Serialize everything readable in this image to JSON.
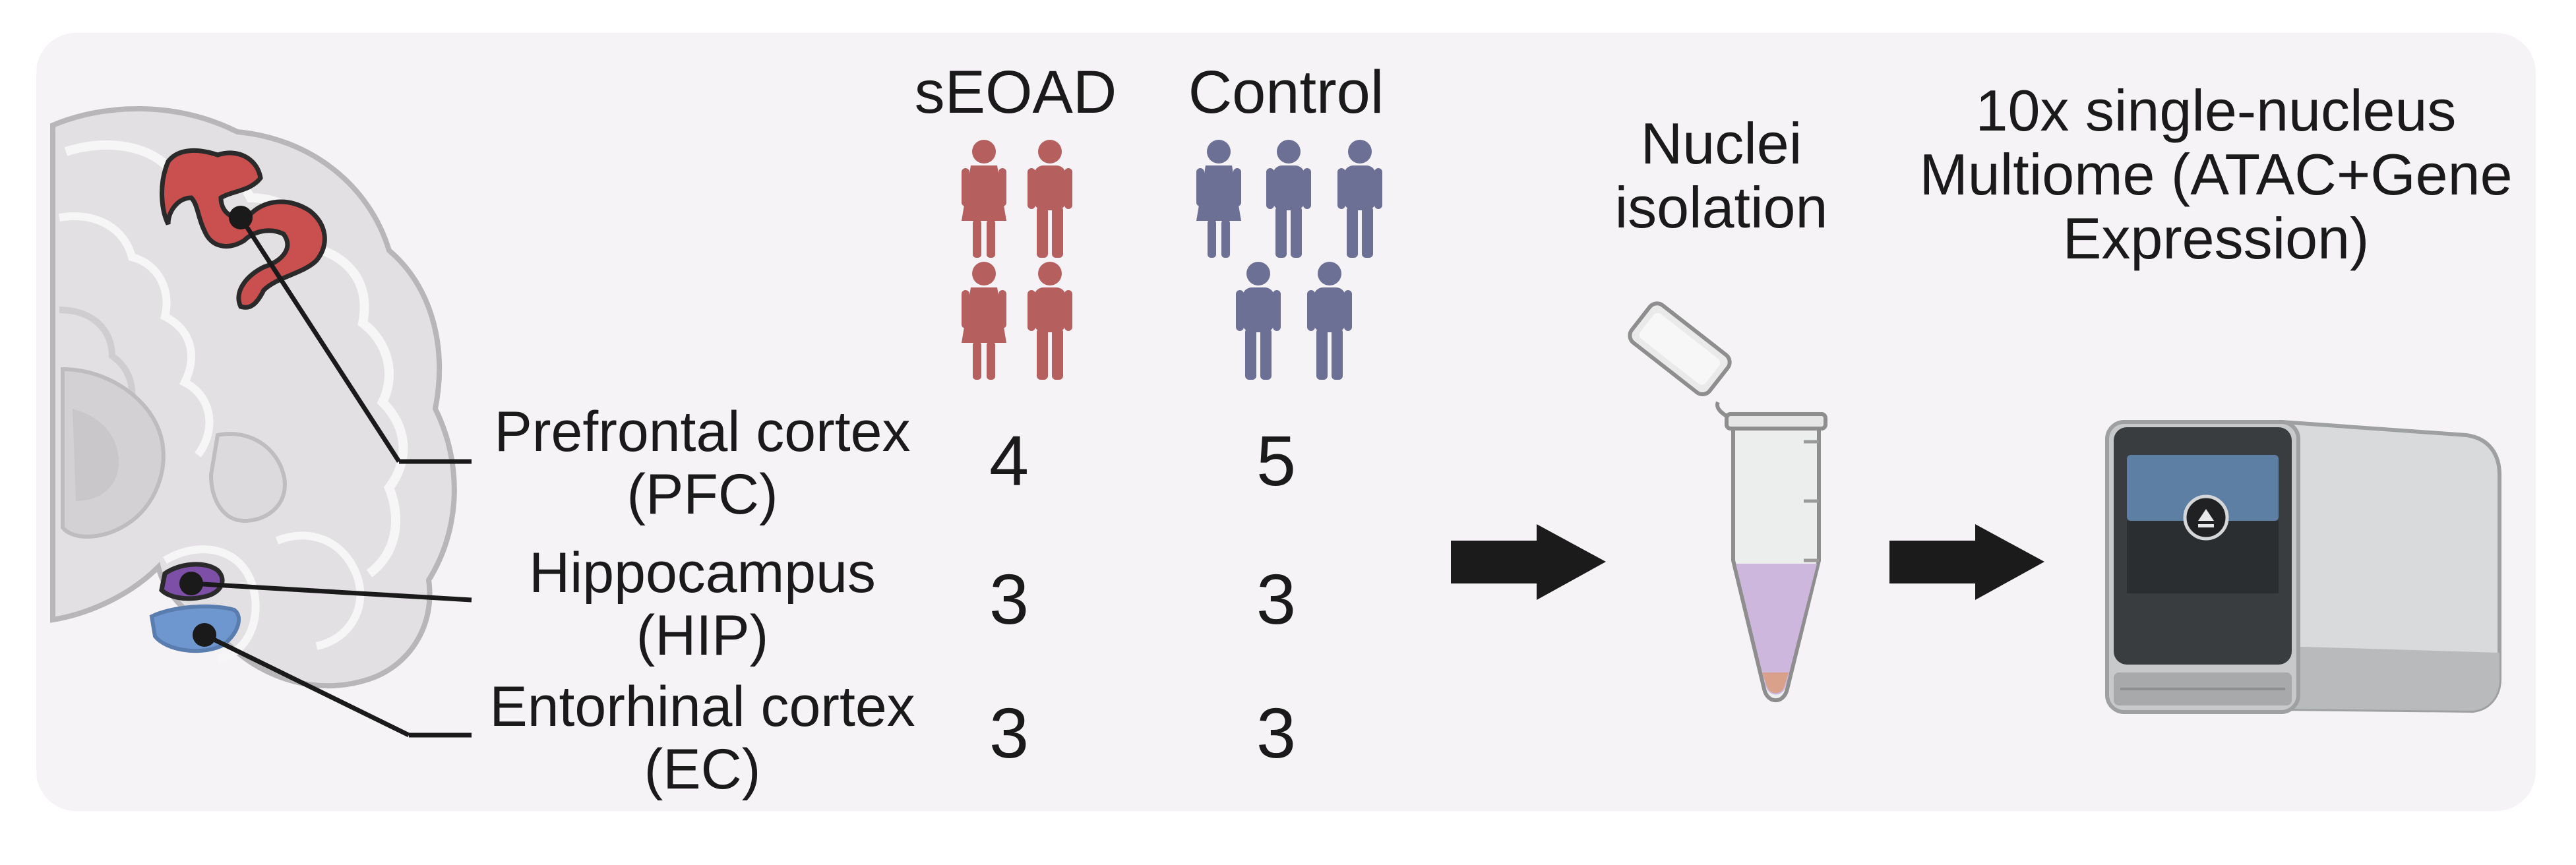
{
  "groups": {
    "seoad": {
      "title": "sEOAD"
    },
    "control": {
      "title": "Control"
    }
  },
  "regions": [
    {
      "name": "Prefrontal cortex",
      "abbr": "(PFC)",
      "seoad": "4",
      "control": "5"
    },
    {
      "name": "Hippocampus",
      "abbr": "(HIP)",
      "seoad": "3",
      "control": "3"
    },
    {
      "name": "Entorhinal cortex",
      "abbr": "(EC)",
      "seoad": "3",
      "control": "3"
    }
  ],
  "steps": {
    "isolation": {
      "line1": "Nuclei",
      "line2": "isolation"
    },
    "multiome": {
      "line1": "10x single-nucleus",
      "line2": "Multiome (ATAC+Gene",
      "line3": "Expression)"
    }
  },
  "colors": {
    "panel": "#f6f3f6",
    "seoad": "#b5605e",
    "control": "#6b7094",
    "pfc": "#c9504f",
    "hip": "#7d4fa6",
    "ec": "#6f97cf",
    "arrow": "#1b1b1b"
  },
  "icons": {
    "brain": "coronal-brain-section-icon",
    "person": "person-icon",
    "tube": "microcentrifuge-tube-icon",
    "instrument": "sequencing-instrument-icon",
    "arrow": "arrow-right-icon"
  }
}
